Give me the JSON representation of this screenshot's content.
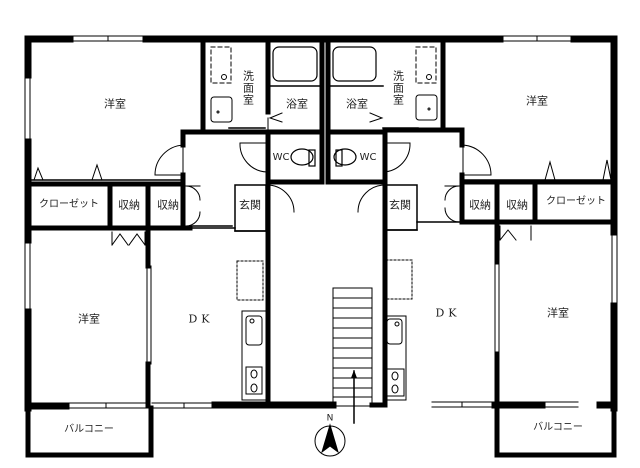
{
  "plan": {
    "type": "apartment floor plan (two mirrored units)",
    "colors": {
      "wall": "#000000",
      "background": "#ffffff",
      "text": "#222222"
    }
  },
  "left_unit": {
    "western_room_upper": "洋室",
    "washroom": "洗面室",
    "bathroom": "浴室",
    "toilet": "WC",
    "closet": "クローゼット",
    "storage_1": "収納",
    "storage_2": "収納",
    "entrance": "玄関",
    "western_room_lower": "洋室",
    "dining_kitchen": "DK",
    "balcony": "バルコニー"
  },
  "right_unit": {
    "western_room_upper": "洋室",
    "washroom": "洗面室",
    "bathroom": "浴室",
    "toilet": "WC",
    "closet": "クローゼット",
    "storage_1": "収納",
    "storage_2": "収納",
    "entrance": "玄関",
    "western_room_lower": "洋室",
    "dining_kitchen": "DK",
    "balcony": "バルコニー"
  },
  "compass": {
    "label": "N",
    "icon": "north-arrow-icon"
  }
}
